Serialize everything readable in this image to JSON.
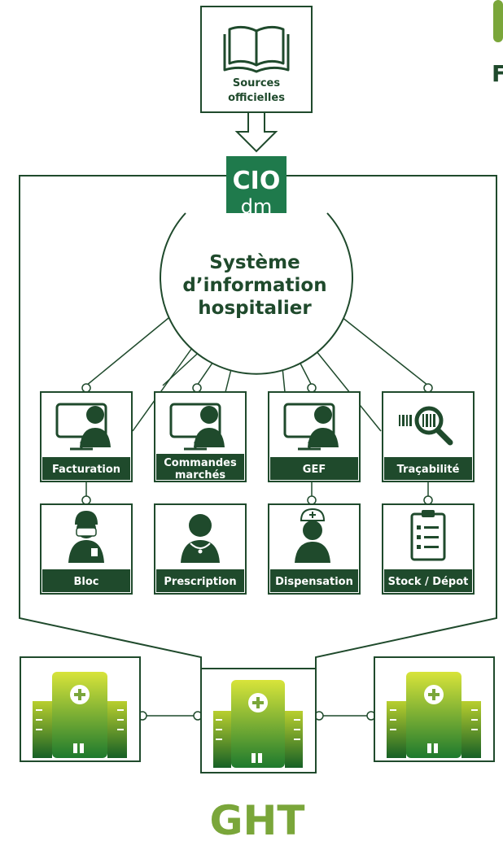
{
  "sources": {
    "line1": "Sources",
    "line2": "officielles"
  },
  "cio_logo": {
    "line1": "CIO",
    "line2": "dm"
  },
  "corner_fragment": "F",
  "system": {
    "line1": "Système",
    "line2": "d’information",
    "line3": "hospitalier"
  },
  "modules": [
    {
      "label": "Facturation",
      "icon": "workstation-user-icon"
    },
    {
      "label_line1": "Commandes",
      "label_line2": "marchés",
      "icon": "workstation-user-icon"
    },
    {
      "label": "GEF",
      "icon": "workstation-user-icon"
    },
    {
      "label": "Traçabilité",
      "icon": "barcode-magnifier-icon"
    }
  ],
  "roles": [
    {
      "label": "Bloc",
      "icon": "surgeon-icon"
    },
    {
      "label": "Prescription",
      "icon": "doctor-icon"
    },
    {
      "label": "Dispensation",
      "icon": "nurse-icon"
    },
    {
      "label": "Stock / Dépot",
      "icon": "clipboard-checklist-icon"
    }
  ],
  "hospitals": [
    {
      "icon": "hospital-building-icon"
    },
    {
      "icon": "hospital-building-icon"
    },
    {
      "icon": "hospital-building-icon"
    }
  ],
  "ght_label": "GHT",
  "colors": {
    "dark_green": "#1f4a2c",
    "logo_green": "#1f7a4c",
    "ght_green": "#7aa63a",
    "gradient_start": "#1e7a2e",
    "gradient_end": "#d8e43a",
    "line": "#1f4a2c"
  }
}
